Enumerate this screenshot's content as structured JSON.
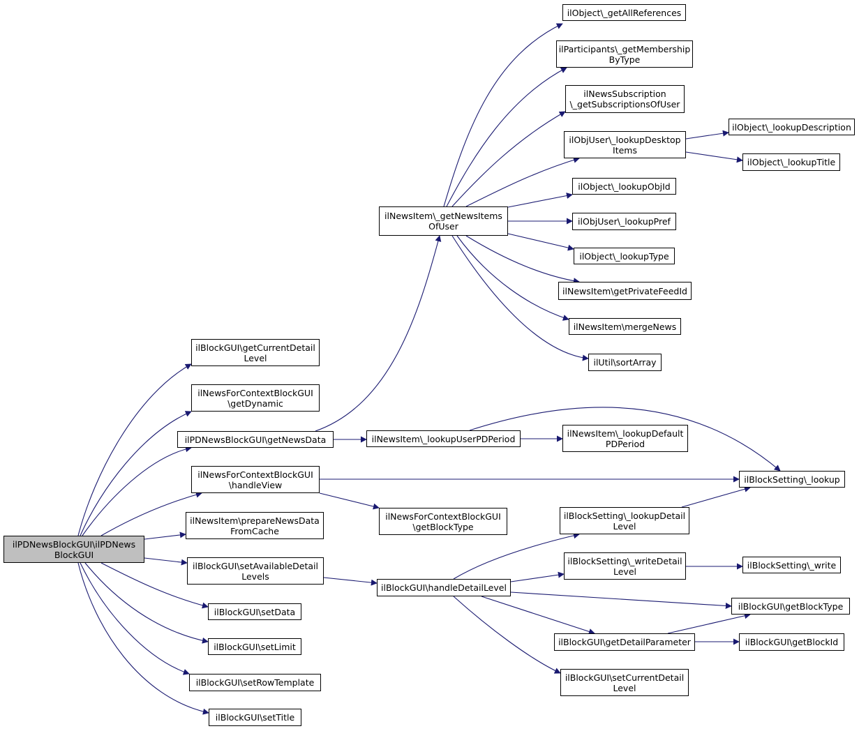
{
  "diagram": {
    "type": "call-graph",
    "colors": {
      "edge": "#191970",
      "root_fill": "#bfbfbf",
      "node_fill": "#ffffff",
      "border": "#000000"
    },
    "nodes": [
      {
        "id": "root",
        "lines": [
          "ilPDNewsBlockGUI\\ilPDNews",
          "BlockGUI"
        ],
        "root": true
      },
      {
        "id": "getCurrentDetailLevel",
        "lines": [
          "ilBlockGUI\\getCurrentDetail",
          "Level"
        ]
      },
      {
        "id": "getDynamic",
        "lines": [
          "ilNewsForContextBlockGUI",
          "\\getDynamic"
        ]
      },
      {
        "id": "getNewsData",
        "lines": [
          "ilPDNewsBlockGUI\\getNewsData"
        ]
      },
      {
        "id": "handleView",
        "lines": [
          "ilNewsForContextBlockGUI",
          "\\handleView"
        ]
      },
      {
        "id": "prepareNewsData",
        "lines": [
          "ilNewsItem\\prepareNewsData",
          "FromCache"
        ]
      },
      {
        "id": "setAvailableDetailLevels",
        "lines": [
          "ilBlockGUI\\setAvailableDetail",
          "Levels"
        ]
      },
      {
        "id": "setData",
        "lines": [
          "ilBlockGUI\\setData"
        ]
      },
      {
        "id": "setLimit",
        "lines": [
          "ilBlockGUI\\setLimit"
        ]
      },
      {
        "id": "setRowTemplate",
        "lines": [
          "ilBlockGUI\\setRowTemplate"
        ]
      },
      {
        "id": "setTitle",
        "lines": [
          "ilBlockGUI\\setTitle"
        ]
      },
      {
        "id": "getNewsItemsOfUser",
        "lines": [
          "ilNewsItem\\_getNewsItems",
          "OfUser"
        ]
      },
      {
        "id": "lookupUserPDPeriod",
        "lines": [
          "ilNewsItem\\_lookupUserPDPeriod"
        ]
      },
      {
        "id": "getBlockTypeNews",
        "lines": [
          "ilNewsForContextBlockGUI",
          "\\getBlockType"
        ]
      },
      {
        "id": "handleDetailLevel",
        "lines": [
          "ilBlockGUI\\handleDetailLevel"
        ]
      },
      {
        "id": "getAllReferences",
        "lines": [
          "ilObject\\_getAllReferences"
        ]
      },
      {
        "id": "getMembershipByType",
        "lines": [
          "ilParticipants\\_getMembership",
          "ByType"
        ]
      },
      {
        "id": "getSubscriptionsOfUser",
        "lines": [
          "ilNewsSubscription",
          "\\_getSubscriptionsOfUser"
        ]
      },
      {
        "id": "lookupDesktopItems",
        "lines": [
          "ilObjUser\\_lookupDesktop",
          "Items"
        ]
      },
      {
        "id": "lookupObjId",
        "lines": [
          "ilObject\\_lookupObjId"
        ]
      },
      {
        "id": "lookupPref",
        "lines": [
          "ilObjUser\\_lookupPref"
        ]
      },
      {
        "id": "lookupType",
        "lines": [
          "ilObject\\_lookupType"
        ]
      },
      {
        "id": "getPrivateFeedId",
        "lines": [
          "ilNewsItem\\getPrivateFeedId"
        ]
      },
      {
        "id": "mergeNews",
        "lines": [
          "ilNewsItem\\mergeNews"
        ]
      },
      {
        "id": "sortArray",
        "lines": [
          "ilUtil\\sortArray"
        ]
      },
      {
        "id": "lookupDefaultPDPeriod",
        "lines": [
          "ilNewsItem\\_lookupDefault",
          "PDPeriod"
        ]
      },
      {
        "id": "lookupDetailLevel",
        "lines": [
          "ilBlockSetting\\_lookupDetail",
          "Level"
        ]
      },
      {
        "id": "writeDetailLevel",
        "lines": [
          "ilBlockSetting\\_writeDetail",
          "Level"
        ]
      },
      {
        "id": "getDetailParameter",
        "lines": [
          "ilBlockGUI\\getDetailParameter"
        ]
      },
      {
        "id": "setCurrentDetailLevel",
        "lines": [
          "ilBlockGUI\\setCurrentDetail",
          "Level"
        ]
      },
      {
        "id": "lookupDescription",
        "lines": [
          "ilObject\\_lookupDescription"
        ]
      },
      {
        "id": "lookupTitle",
        "lines": [
          "ilObject\\_lookupTitle"
        ]
      },
      {
        "id": "blockSettingLookup",
        "lines": [
          "ilBlockSetting\\_lookup"
        ]
      },
      {
        "id": "blockSettingWrite",
        "lines": [
          "ilBlockSetting\\_write"
        ]
      },
      {
        "id": "getBlockType",
        "lines": [
          "ilBlockGUI\\getBlockType"
        ]
      },
      {
        "id": "getBlockId",
        "lines": [
          "ilBlockGUI\\getBlockId"
        ]
      }
    ],
    "edges": [
      [
        "root",
        "getCurrentDetailLevel"
      ],
      [
        "root",
        "getDynamic"
      ],
      [
        "root",
        "getNewsData"
      ],
      [
        "root",
        "handleView"
      ],
      [
        "root",
        "prepareNewsData"
      ],
      [
        "root",
        "setAvailableDetailLevels"
      ],
      [
        "root",
        "setData"
      ],
      [
        "root",
        "setLimit"
      ],
      [
        "root",
        "setRowTemplate"
      ],
      [
        "root",
        "setTitle"
      ],
      [
        "getNewsData",
        "getNewsItemsOfUser"
      ],
      [
        "getNewsData",
        "lookupUserPDPeriod"
      ],
      [
        "handleView",
        "blockSettingLookup"
      ],
      [
        "handleView",
        "getBlockTypeNews"
      ],
      [
        "setAvailableDetailLevels",
        "handleDetailLevel"
      ],
      [
        "getNewsItemsOfUser",
        "getAllReferences"
      ],
      [
        "getNewsItemsOfUser",
        "getMembershipByType"
      ],
      [
        "getNewsItemsOfUser",
        "getSubscriptionsOfUser"
      ],
      [
        "getNewsItemsOfUser",
        "lookupDesktopItems"
      ],
      [
        "getNewsItemsOfUser",
        "lookupObjId"
      ],
      [
        "getNewsItemsOfUser",
        "lookupPref"
      ],
      [
        "getNewsItemsOfUser",
        "lookupType"
      ],
      [
        "getNewsItemsOfUser",
        "getPrivateFeedId"
      ],
      [
        "getNewsItemsOfUser",
        "mergeNews"
      ],
      [
        "getNewsItemsOfUser",
        "sortArray"
      ],
      [
        "lookupDesktopItems",
        "lookupDescription"
      ],
      [
        "lookupDesktopItems",
        "lookupTitle"
      ],
      [
        "lookupUserPDPeriod",
        "lookupDefaultPDPeriod"
      ],
      [
        "lookupUserPDPeriod",
        "blockSettingLookup"
      ],
      [
        "handleDetailLevel",
        "lookupDetailLevel"
      ],
      [
        "handleDetailLevel",
        "writeDetailLevel"
      ],
      [
        "handleDetailLevel",
        "getBlockType"
      ],
      [
        "handleDetailLevel",
        "getDetailParameter"
      ],
      [
        "handleDetailLevel",
        "setCurrentDetailLevel"
      ],
      [
        "lookupDetailLevel",
        "blockSettingLookup"
      ],
      [
        "writeDetailLevel",
        "blockSettingWrite"
      ],
      [
        "getDetailParameter",
        "getBlockType"
      ],
      [
        "getDetailParameter",
        "getBlockId"
      ]
    ]
  }
}
